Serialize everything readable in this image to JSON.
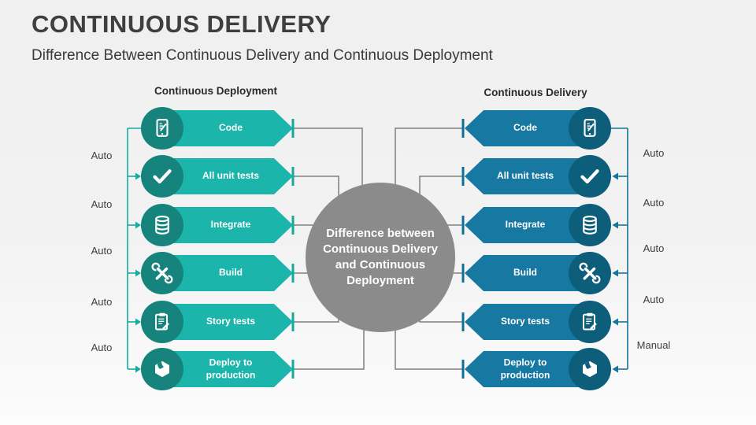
{
  "slide": {
    "title": "CONTINUOUS DELIVERY",
    "subtitle": "Difference Between Continuous Delivery and Continuous Deployment"
  },
  "left_column": {
    "header": "Continuous Deployment",
    "steps": [
      "Code",
      "All unit tests",
      "Integrate",
      "Build",
      "Story tests",
      "Deploy to production"
    ],
    "transition_labels": [
      "Auto",
      "Auto",
      "Auto",
      "Auto",
      "Auto"
    ]
  },
  "right_column": {
    "header": "Continuous Delivery",
    "steps": [
      "Code",
      "All unit tests",
      "Integrate",
      "Build",
      "Story tests",
      "Deploy to production"
    ],
    "transition_labels": [
      "Auto",
      "Auto",
      "Auto",
      "Auto",
      "Manual"
    ]
  },
  "center_circle": {
    "text": "Difference between Continuous Delivery and Continuous Deployment"
  },
  "step_icons": [
    "tablet-code-icon",
    "checkmark-icon",
    "database-icon",
    "tools-icon",
    "clipboard-pencil-icon",
    "package-box-icon"
  ],
  "colors": {
    "left_banner": "#1CB5AC",
    "left_circle": "#16847C",
    "right_banner": "#1778A1",
    "right_circle": "#0D5E7B",
    "center_gray": "#8B8B8B",
    "connector_gray": "#7F7F7F",
    "left_line": "#14ACA0",
    "right_line": "#15749B"
  }
}
